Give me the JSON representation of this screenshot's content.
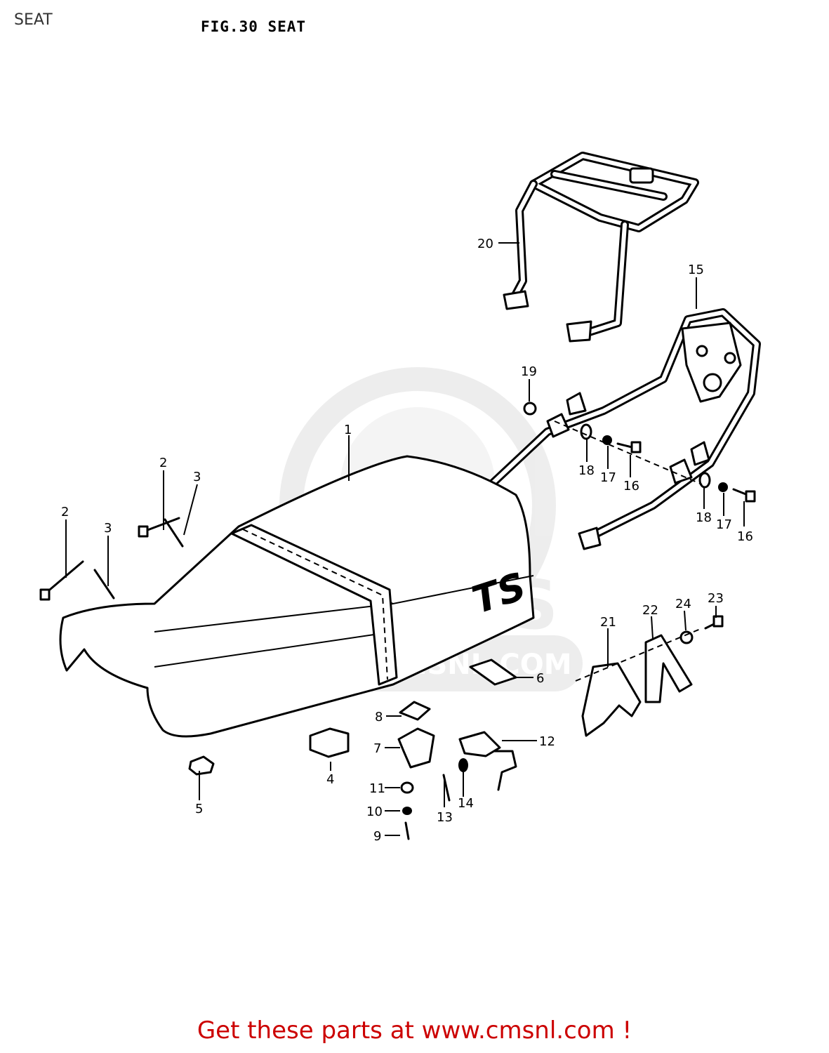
{
  "header": {
    "label": "SEAT"
  },
  "figure": {
    "title": "FIG.30  SEAT",
    "seat_emblem": "TS"
  },
  "watermark": {
    "text": "WWW.CMSNL.COM",
    "logo": "CMS"
  },
  "callouts": [
    "1",
    "2",
    "3",
    "4",
    "5",
    "6",
    "7",
    "8",
    "9",
    "10",
    "11",
    "12",
    "13",
    "14",
    "15",
    "16",
    "17",
    "18",
    "19",
    "20",
    "21",
    "22",
    "23",
    "24"
  ],
  "footer": {
    "cta": "Get these parts at www.cmsnl.com !",
    "cta_color": "#cc0000"
  },
  "colors": {
    "line": "#000000",
    "watermark": "#e6e6e6"
  }
}
